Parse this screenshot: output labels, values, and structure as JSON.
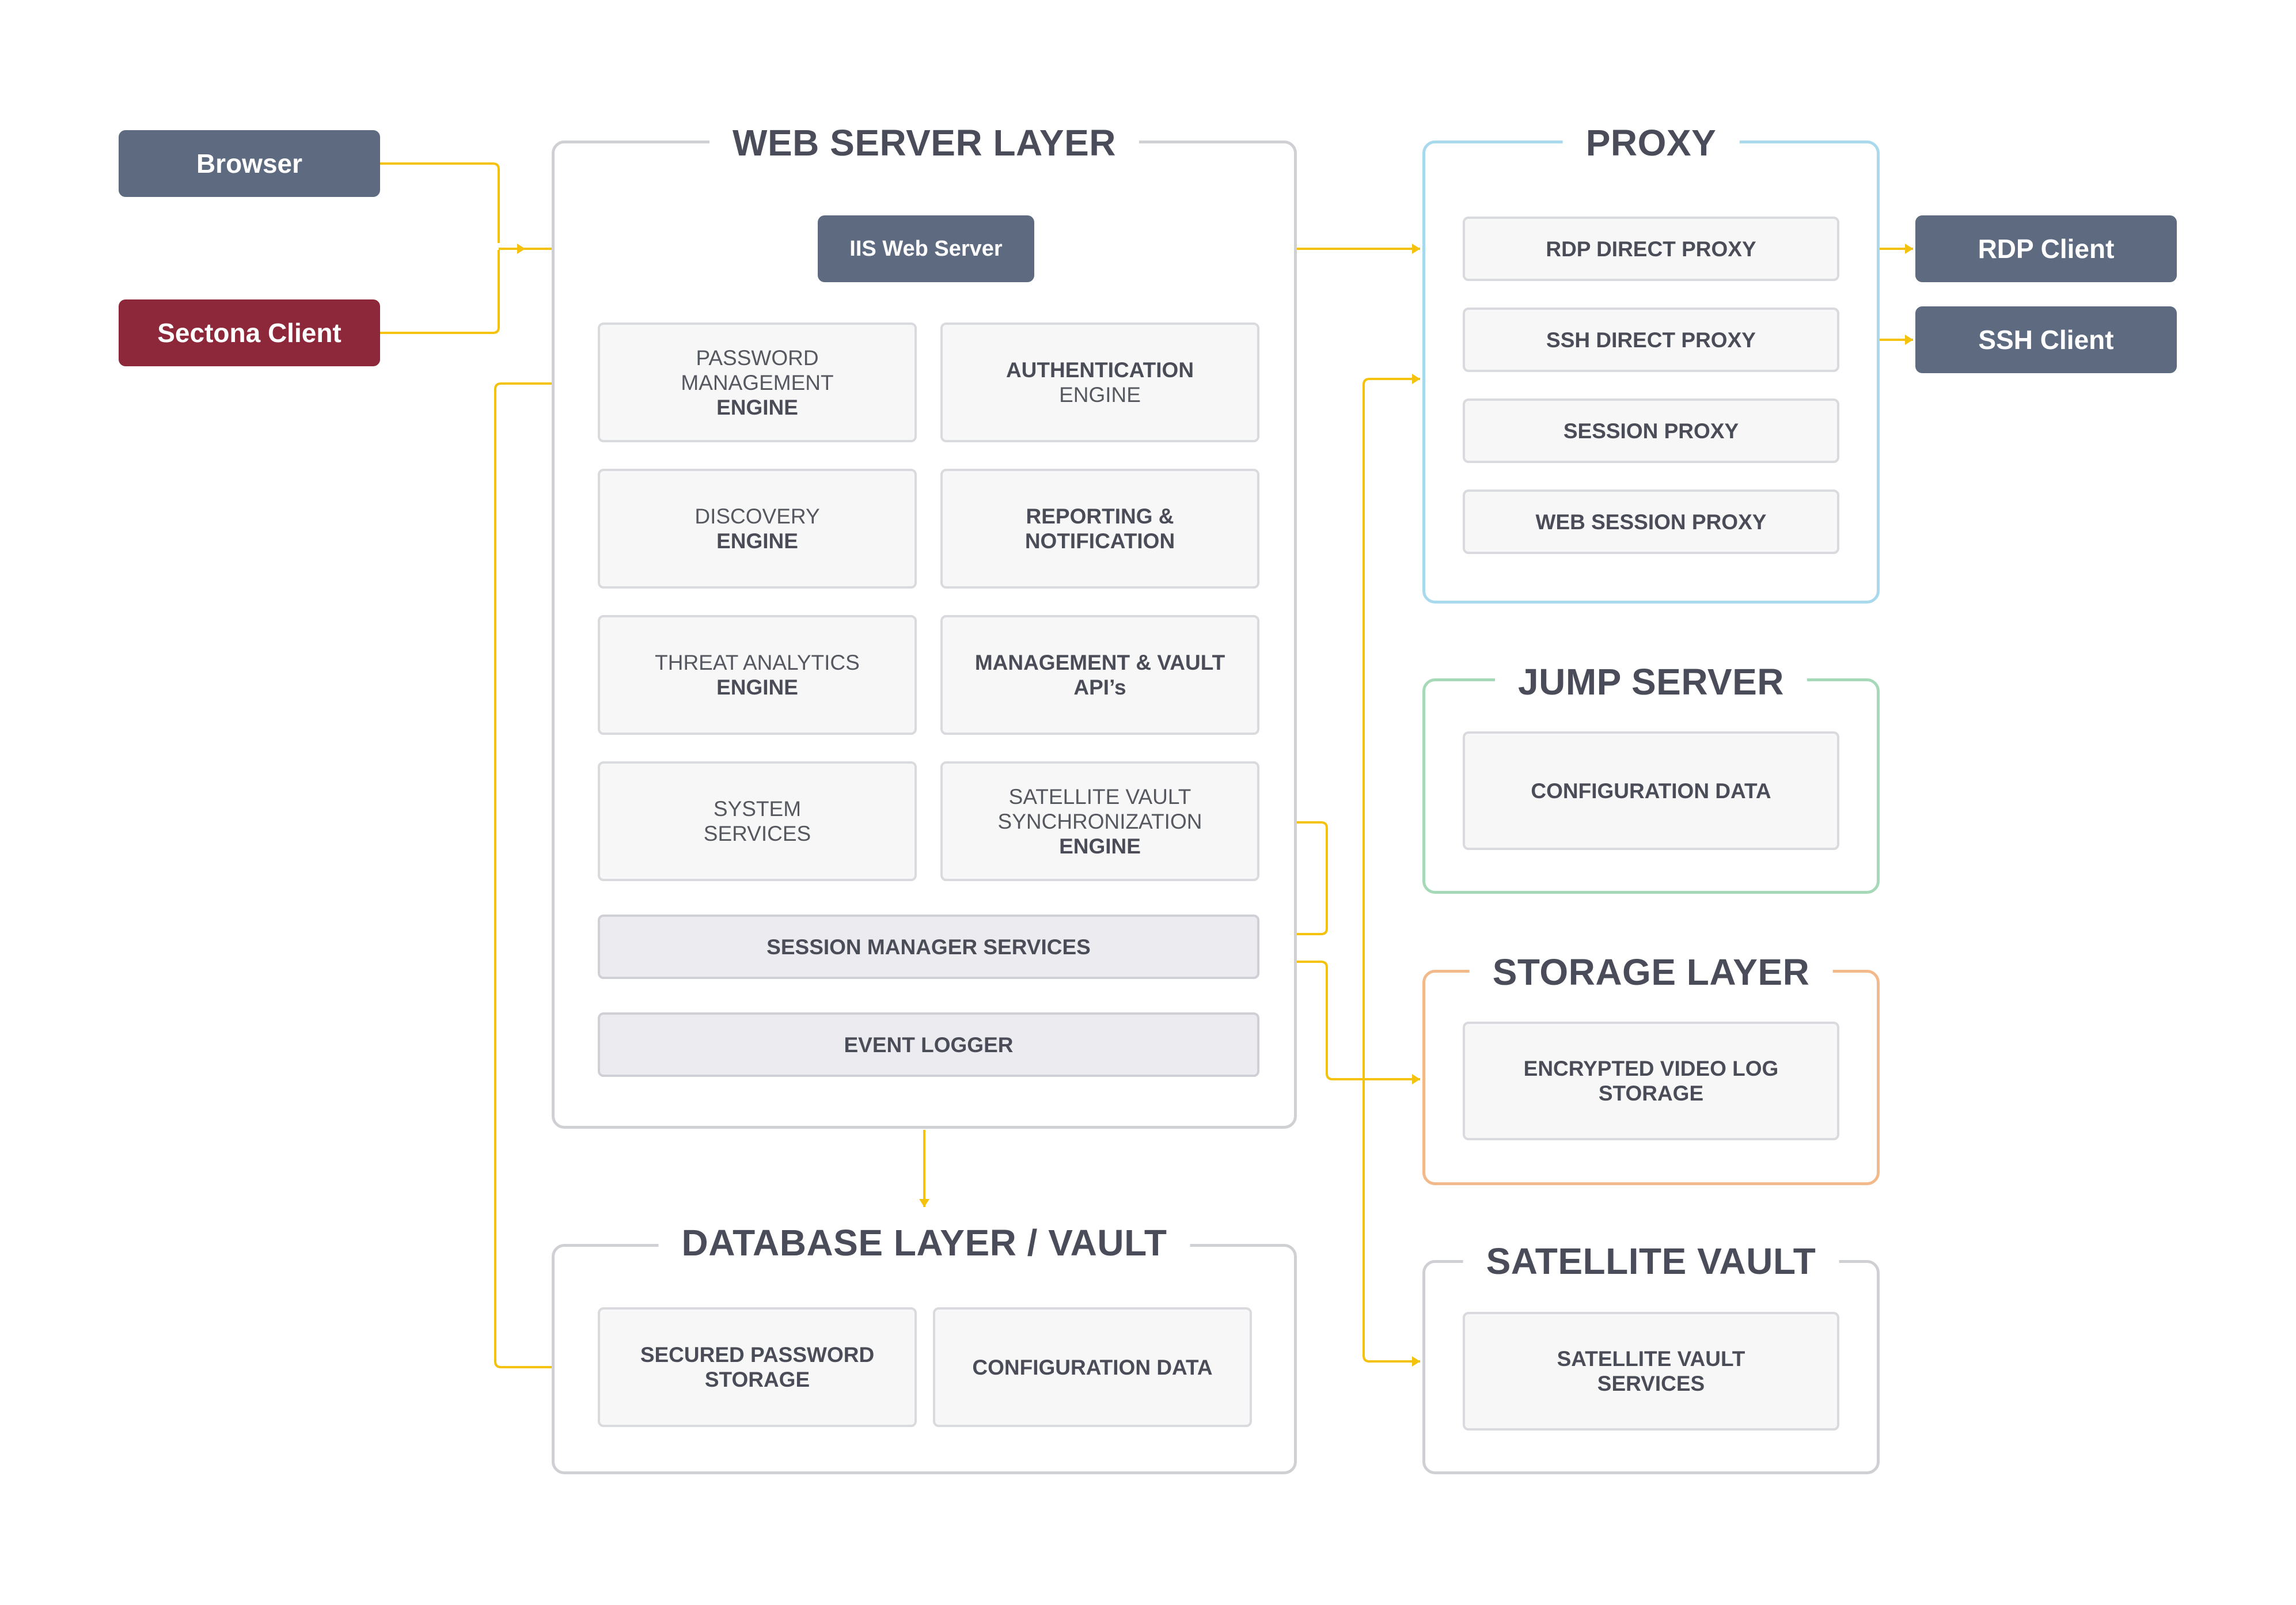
{
  "colors": {
    "connector": "#f4c20d",
    "client_pill": "#5d6a80",
    "sectona_pill": "#8c2839",
    "proxy_border": "#a9d9ec",
    "jump_border": "#a5d9b7",
    "storage_border": "#f2b98a"
  },
  "clients": {
    "browser": "Browser",
    "sectona": "Sectona Client",
    "rdp": "RDP Client",
    "ssh": "SSH Client"
  },
  "web_server_layer": {
    "title": "WEB SERVER LAYER",
    "iis": "IIS Web Server",
    "engines": {
      "password": {
        "l1": "PASSWORD",
        "l2": "MANAGEMENT",
        "l3": "ENGINE"
      },
      "authentication": {
        "l1": "AUTHENTICATION",
        "l2": "ENGINE"
      },
      "discovery": {
        "l1": "DISCOVERY",
        "l2": "ENGINE"
      },
      "reporting": {
        "l1": "REPORTING &",
        "l2": "NOTIFICATION"
      },
      "threat": {
        "l1": "THREAT ANALYTICS",
        "l2": "ENGINE"
      },
      "management": {
        "l1": "MANAGEMENT & VAULT",
        "l2": "API’s"
      },
      "system": {
        "l1": "SYSTEM",
        "l2": "SERVICES"
      },
      "satellite_sync": {
        "l1": "SATELLITE VAULT",
        "l2": "SYNCHRONIZATION",
        "l3": "ENGINE"
      }
    },
    "session_manager": "SESSION MANAGER SERVICES",
    "event_logger": "EVENT LOGGER"
  },
  "database_layer": {
    "title": "DATABASE LAYER / VAULT",
    "secured": {
      "l1": "SECURED PASSWORD",
      "l2": "STORAGE"
    },
    "config": "CONFIGURATION DATA"
  },
  "proxy": {
    "title": "PROXY",
    "items": [
      "RDP DIRECT PROXY",
      "SSH DIRECT PROXY",
      "SESSION PROXY",
      "WEB SESSION PROXY"
    ]
  },
  "jump_server": {
    "title": "JUMP SERVER",
    "config": "CONFIGURATION DATA"
  },
  "storage_layer": {
    "title": "STORAGE LAYER",
    "encrypted": {
      "l1": "ENCRYPTED VIDEO LOG",
      "l2": "STORAGE"
    }
  },
  "satellite_vault": {
    "title": "SATELLITE VAULT",
    "services": {
      "l1": "SATELLITE VAULT",
      "l2": "SERVICES"
    }
  }
}
